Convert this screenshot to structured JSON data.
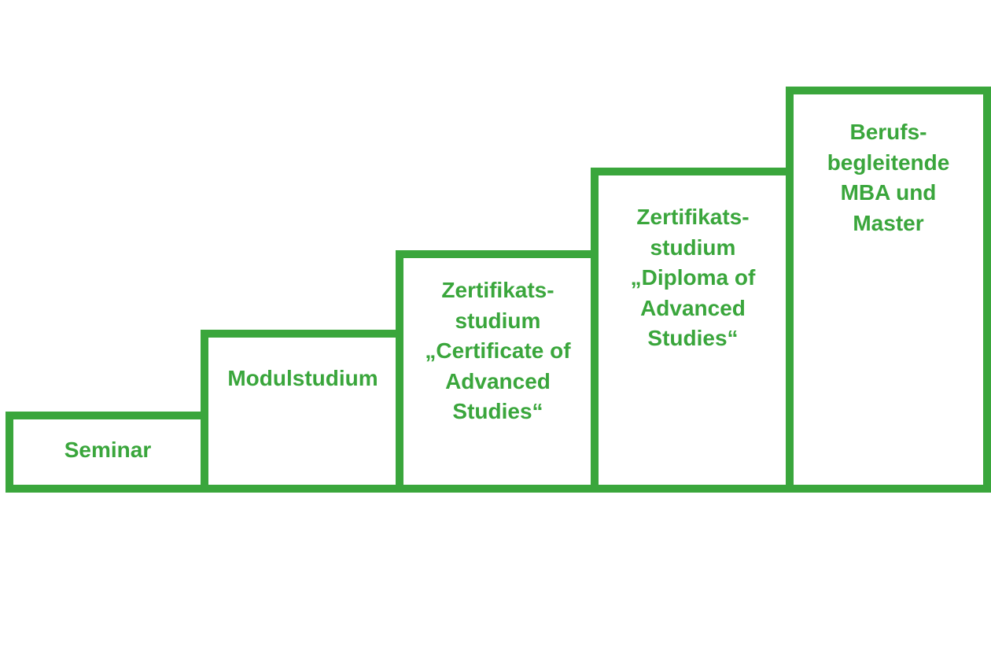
{
  "diagram": {
    "type": "staircase",
    "step_count": 5
  },
  "colors": {
    "accent_green": "#3AA63C",
    "background": "#FFFFFF",
    "text": "#3AA63C"
  },
  "steps": [
    {
      "name": "seminar",
      "label": "Seminar",
      "lines": [
        "Seminar"
      ]
    },
    {
      "name": "modulstudium",
      "label": "Modulstudium",
      "lines": [
        "Modulstudium"
      ]
    },
    {
      "name": "zertifikatsstudium-certificate-of-advanced-studies",
      "label": "Zertifikatsstudium „Certificate of Advanced Studies“",
      "lines": [
        "Zertifikats-",
        "studium",
        "„Certificate of",
        "Advanced",
        "Studies“"
      ]
    },
    {
      "name": "zertifikatsstudium-diploma-of-advanced-studies",
      "label": "Zertifikatsstudium „Diploma of Advanced Studies“",
      "lines": [
        "Zertifikats-",
        "studium",
        "„Diploma of",
        "Advanced",
        "Studies“"
      ]
    },
    {
      "name": "berufsbegleitende-mba-und-master",
      "label": "Berufsbegleitende MBA und Master",
      "lines": [
        "Berufs-",
        "begleitende",
        "MBA und",
        "Master"
      ]
    }
  ]
}
